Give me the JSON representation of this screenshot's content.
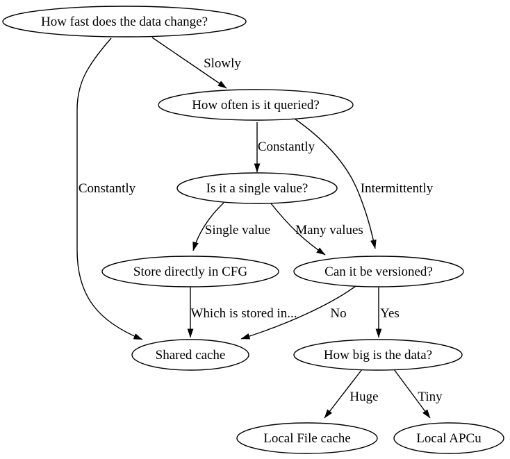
{
  "diagram": {
    "type": "flowchart",
    "background_color": "#ffffff",
    "node_fill_color": "#ffffff",
    "line_color": "#000000",
    "text_color": "#000000",
    "nodes": [
      {
        "id": "how-fast",
        "label": "How fast does the data change?"
      },
      {
        "id": "how-often",
        "label": "How often is it queried?"
      },
      {
        "id": "single-value",
        "label": "Is it a single value?"
      },
      {
        "id": "store-cfg",
        "label": "Store directly in CFG"
      },
      {
        "id": "versioned",
        "label": "Can it be versioned?"
      },
      {
        "id": "shared-cache",
        "label": "Shared cache"
      },
      {
        "id": "how-big",
        "label": "How big is the data?"
      },
      {
        "id": "local-file",
        "label": "Local File cache"
      },
      {
        "id": "local-apcu",
        "label": "Local APCu"
      }
    ],
    "edges": [
      {
        "from": "how-fast",
        "to": "how-often",
        "label": "Slowly"
      },
      {
        "from": "how-fast",
        "to": "shared-cache",
        "label": "Constantly"
      },
      {
        "from": "how-often",
        "to": "single-value",
        "label": "Constantly"
      },
      {
        "from": "how-often",
        "to": "versioned",
        "label": "Intermittently"
      },
      {
        "from": "single-value",
        "to": "store-cfg",
        "label": "Single value"
      },
      {
        "from": "single-value",
        "to": "versioned",
        "label": "Many values"
      },
      {
        "from": "store-cfg",
        "to": "shared-cache",
        "label": "Which is stored in..."
      },
      {
        "from": "versioned",
        "to": "shared-cache",
        "label": "No"
      },
      {
        "from": "versioned",
        "to": "how-big",
        "label": "Yes"
      },
      {
        "from": "how-big",
        "to": "local-file",
        "label": "Huge"
      },
      {
        "from": "how-big",
        "to": "local-apcu",
        "label": "Tiny"
      }
    ]
  }
}
